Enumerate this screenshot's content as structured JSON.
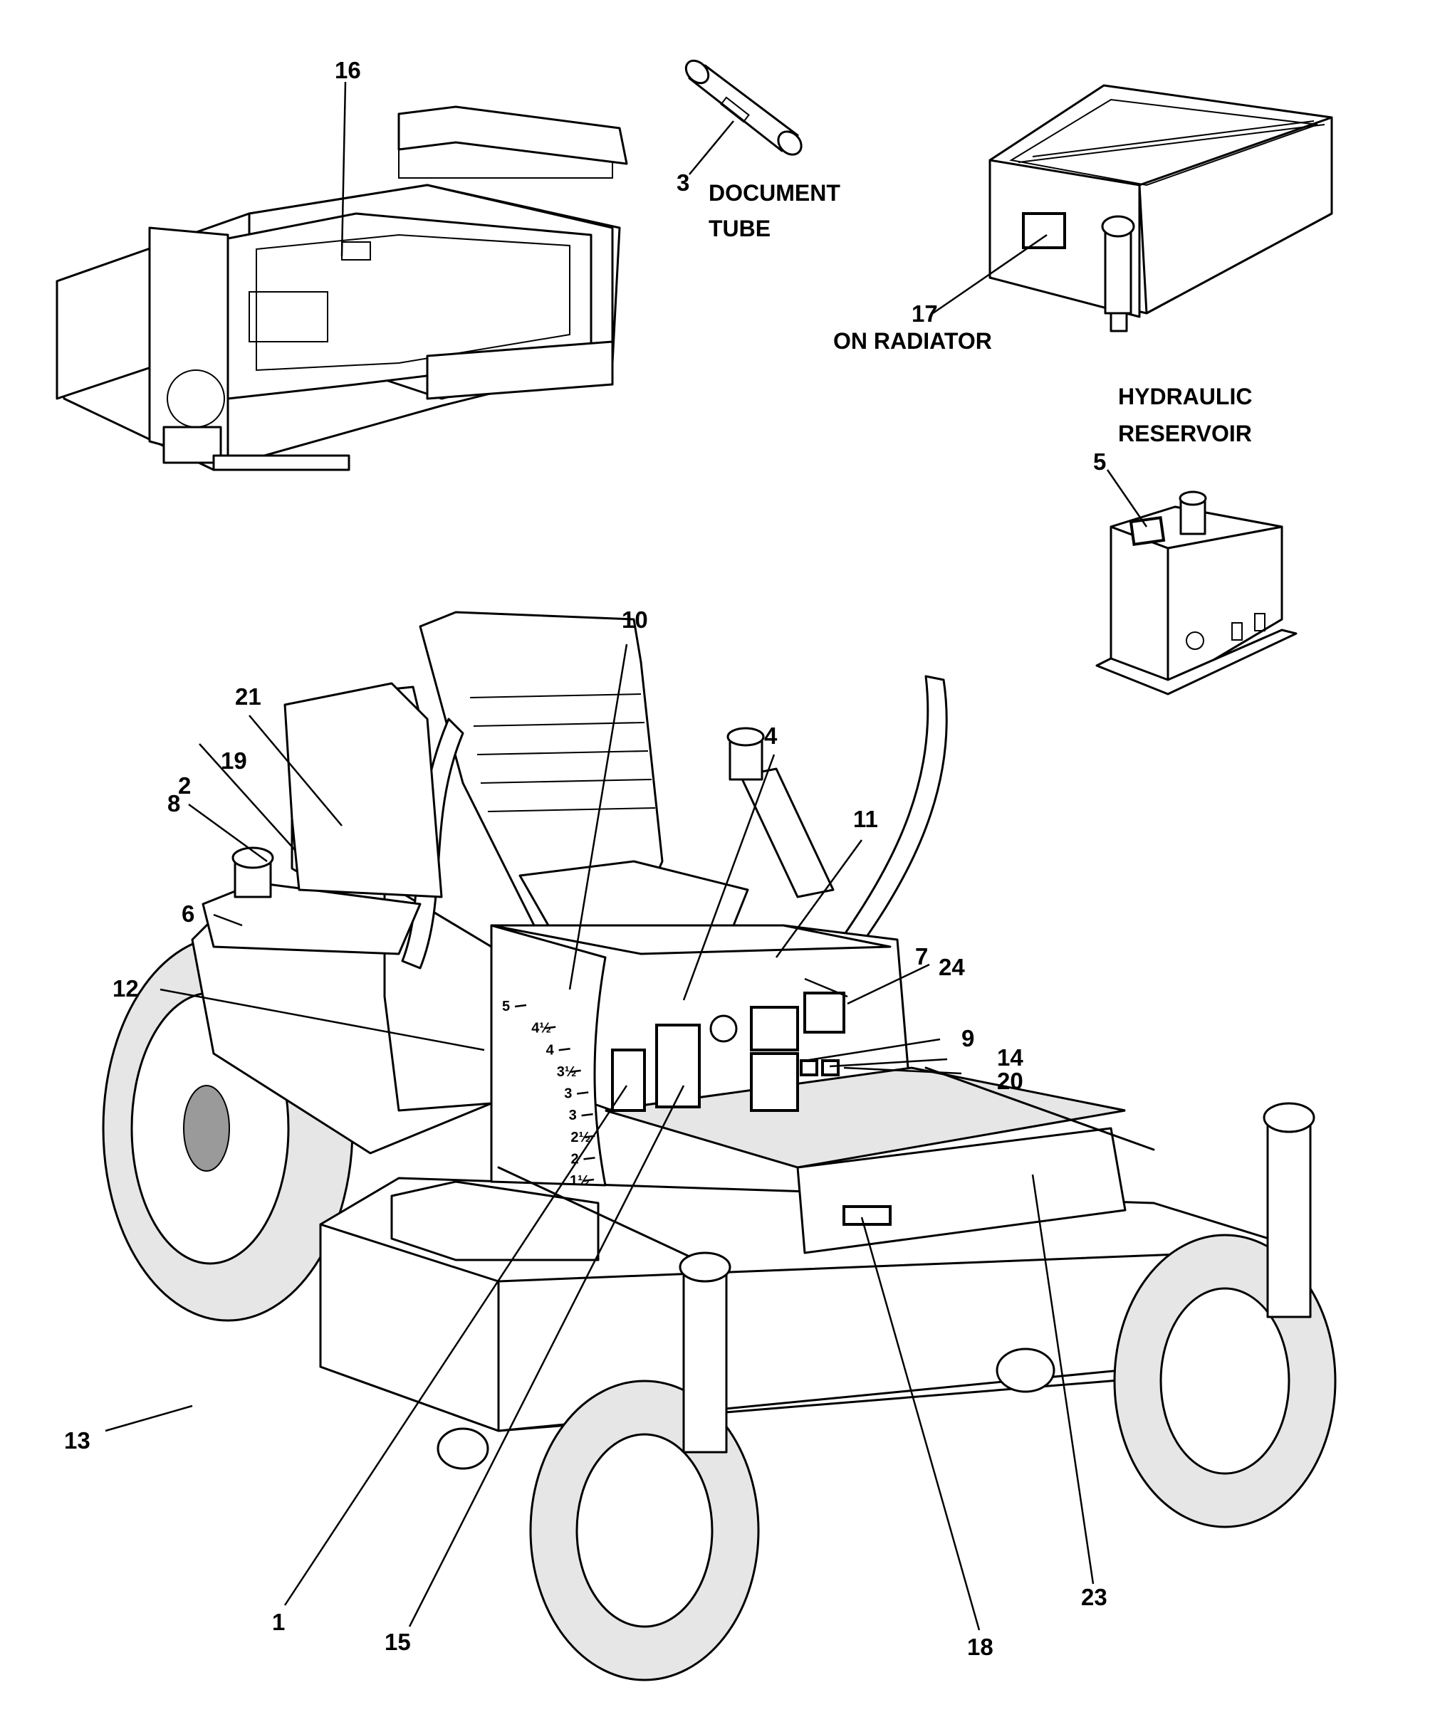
{
  "callouts": [
    {
      "id": "1",
      "label": "1"
    },
    {
      "id": "2",
      "label": "2"
    },
    {
      "id": "3",
      "label": "3"
    },
    {
      "id": "4",
      "label": "4"
    },
    {
      "id": "5",
      "label": "5"
    },
    {
      "id": "6",
      "label": "6"
    },
    {
      "id": "7",
      "label": "7"
    },
    {
      "id": "8",
      "label": "8"
    },
    {
      "id": "9",
      "label": "9"
    },
    {
      "id": "10",
      "label": "10"
    },
    {
      "id": "11",
      "label": "11"
    },
    {
      "id": "12",
      "label": "12"
    },
    {
      "id": "13",
      "label": "13"
    },
    {
      "id": "14",
      "label": "14"
    },
    {
      "id": "15",
      "label": "15"
    },
    {
      "id": "16",
      "label": "16"
    },
    {
      "id": "17",
      "label": "17"
    },
    {
      "id": "18",
      "label": "18"
    },
    {
      "id": "19",
      "label": "19"
    },
    {
      "id": "20",
      "label": "20"
    },
    {
      "id": "21",
      "label": "21"
    },
    {
      "id": "23",
      "label": "23"
    },
    {
      "id": "24",
      "label": "24"
    }
  ],
  "captions": {
    "document_tube": [
      "DOCUMENT",
      "TUBE"
    ],
    "on_radiator": "ON RADIATOR",
    "hydraulic_reservoir": [
      "HYDRAULIC",
      "RESERVOIR"
    ]
  },
  "height_scale": {
    "labels": [
      "5",
      "4½",
      "4",
      "3½",
      "3",
      "3",
      "2½",
      "2",
      "1½"
    ]
  }
}
